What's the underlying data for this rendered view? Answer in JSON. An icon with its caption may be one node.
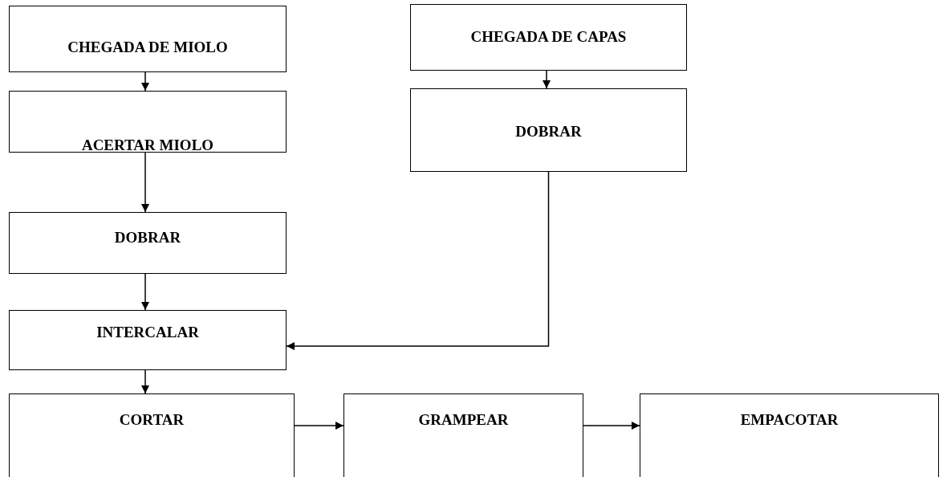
{
  "diagram": {
    "nodes": [
      {
        "text": [
          "CHEGADA DE MIOLO"
        ]
      },
      {
        "text": [
          "CHEGADA DE CAPAS"
        ]
      },
      {
        "text": [
          "ACERTAR MIOLO"
        ]
      },
      {
        "text": [
          "DOBRAR"
        ]
      },
      {
        "text": [
          "DOBRAR"
        ]
      },
      {
        "text": [
          "INTERCALAR"
        ]
      },
      {
        "text": [
          "CORTAR"
        ]
      },
      {
        "text": [
          "GRAMPEAR"
        ]
      },
      {
        "text": [
          "EMPACOTAR"
        ]
      }
    ],
    "edges": [
      {
        "from": 0,
        "to": 2,
        "arrow": "to"
      },
      {
        "from": 1,
        "to": 3,
        "arrow": "to"
      },
      {
        "from": 2,
        "to": 4,
        "arrow": "to"
      },
      {
        "from": 4,
        "to": 5,
        "arrow": "to"
      },
      {
        "from": 3,
        "to": 5,
        "arrow": "to"
      },
      {
        "from": 5,
        "to": 6,
        "arrow": "to"
      },
      {
        "from": 6,
        "to": 7,
        "arrow": "to"
      },
      {
        "from": 7,
        "to": 8,
        "arrow": "to"
      }
    ]
  }
}
